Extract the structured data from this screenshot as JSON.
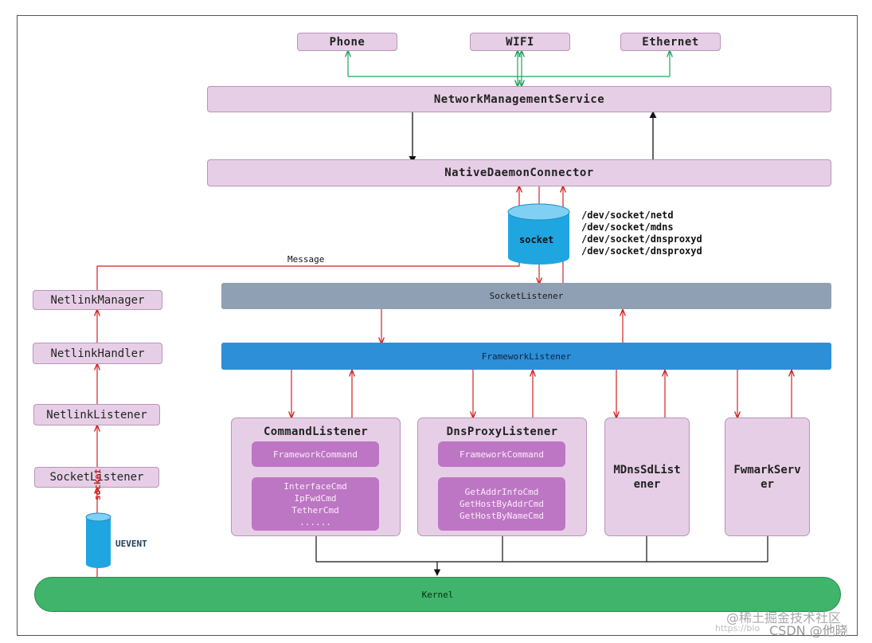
{
  "top": {
    "phone": "Phone",
    "wifi": "WIFI",
    "ethernet": "Ethernet"
  },
  "services": {
    "network_management": "NetworkManagementService",
    "native_daemon": "NativeDaemonConnector",
    "socket_listener": "SocketListener",
    "framework_listener": "FrameworkListener"
  },
  "socket": {
    "label": "socket",
    "paths": [
      "/dev/socket/netd",
      "/dev/socket/mdns",
      "/dev/socket/dnsproxyd",
      "/dev/socket/dnsproxyd"
    ]
  },
  "message_label": "Message",
  "netlink": {
    "manager": "NetlinkManager",
    "handler": "NetlinkHandler",
    "listener": "NetlinkListener",
    "socket_listener": "SocketListener"
  },
  "uevent": {
    "socket_label": "socket",
    "label": "UEVENT"
  },
  "command_listener": {
    "title": "CommandListener",
    "framework": "FrameworkCommand",
    "items": [
      "InterfaceCmd",
      "IpFwdCmd",
      "TetherCmd",
      "......"
    ]
  },
  "dns_proxy_listener": {
    "title": "DnsProxyListener",
    "framework": "FrameworkCommand",
    "items": [
      "GetAddrInfoCmd",
      "GetHostByAddrCmd",
      "GetHostByNameCmd"
    ]
  },
  "mdns": {
    "line1": "MDnsSdList",
    "line2": "ener"
  },
  "fwmark": {
    "line1": "FwmarkServ",
    "line2": "er"
  },
  "kernel": "Kernel",
  "watermark": {
    "line1": "@稀土掘金技术社区",
    "line2a": "https://blo",
    "line2b": "CSDN @他晓"
  },
  "colors": {
    "pink_box": "#e6cfe6",
    "purple_inner": "#bd76c3",
    "socket_listener_gray": "#8fa0b4",
    "framework_blue": "#2d8fd8",
    "kernel_green": "#3fb46a",
    "cylinder_blue": "#1fa6e0",
    "arrow_red": "#d42020",
    "arrow_green": "#21a05a"
  }
}
